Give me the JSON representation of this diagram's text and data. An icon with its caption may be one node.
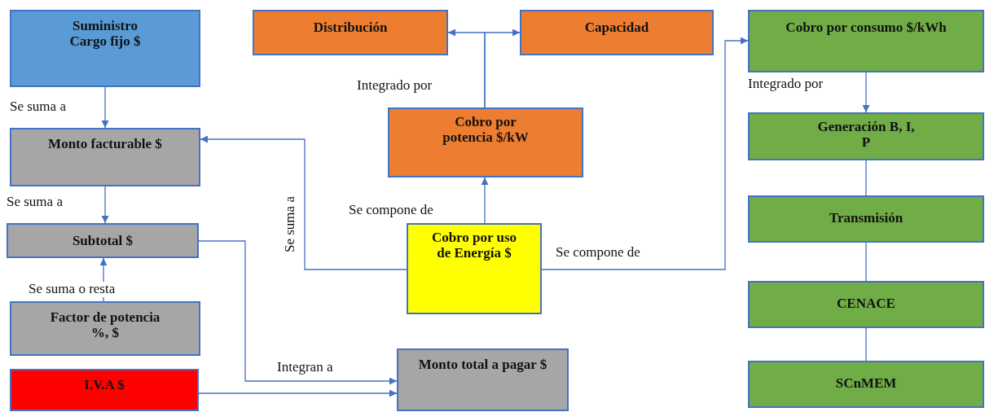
{
  "diagram": {
    "nodes": [
      {
        "text": [
          "Suministro Cargo fijo $"
        ]
      },
      {
        "text": [
          "Monto facturable $"
        ]
      },
      {
        "text": [
          "Subtotal $"
        ]
      },
      {
        "text": [
          "Factor de potencia %, $"
        ]
      },
      {
        "text": [
          "I.V.A $"
        ]
      },
      {
        "text": [
          "Distribución"
        ]
      },
      {
        "text": [
          "Capacidad"
        ]
      },
      {
        "text": [
          "Cobro por potencia $/kW"
        ]
      },
      {
        "text": [
          "Cobro por uso de Energía $"
        ]
      },
      {
        "text": [
          "Monto total a pagar $"
        ]
      },
      {
        "text": [
          "Cobro por consumo $/kWh"
        ]
      },
      {
        "text": [
          "Generación B, I, P"
        ]
      },
      {
        "text": [
          "Transmisión"
        ]
      },
      {
        "text": [
          "CENACE"
        ]
      },
      {
        "text": [
          "SCnMEM"
        ]
      }
    ],
    "edges": [
      {
        "from": 0,
        "to": 1,
        "arrow": "to",
        "label": "Se suma a"
      },
      {
        "from": 1,
        "to": 2,
        "arrow": "to",
        "label": "Se suma a"
      },
      {
        "from": 3,
        "to": 2,
        "arrow": "to",
        "label": "Se suma o resta"
      },
      {
        "from": 8,
        "to": 1,
        "arrow": "to",
        "label": "Se suma a"
      },
      {
        "from": 8,
        "to": 7,
        "arrow": "to",
        "label": "Se compone de"
      },
      {
        "from": 7,
        "to": 5,
        "arrow": "to",
        "label": "Integrado por"
      },
      {
        "from": 7,
        "to": 6,
        "arrow": "to"
      },
      {
        "from": 8,
        "to": 10,
        "arrow": "to",
        "label": "Se compone de"
      },
      {
        "from": 10,
        "to": 11,
        "arrow": "to",
        "label": "Integrado por"
      },
      {
        "from": 11,
        "to": 12,
        "arrow": "none"
      },
      {
        "from": 12,
        "to": 13,
        "arrow": "none"
      },
      {
        "from": 13,
        "to": 14,
        "arrow": "none"
      },
      {
        "from": 2,
        "to": 9,
        "arrow": "to",
        "label": "Integran a"
      },
      {
        "from": 4,
        "to": 9,
        "arrow": "to"
      }
    ]
  }
}
